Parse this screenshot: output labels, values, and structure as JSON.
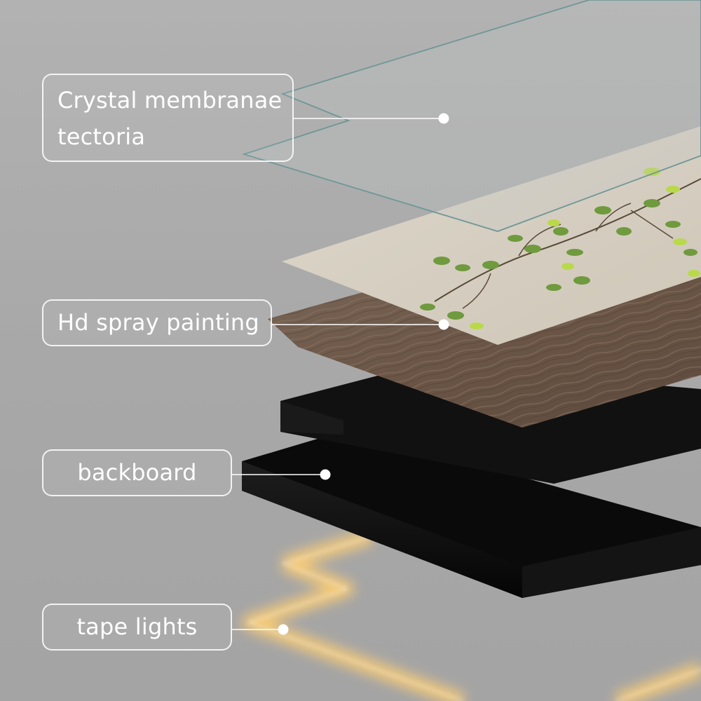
{
  "callouts": {
    "crystal": {
      "line1": "Crystal membranae",
      "line2": "tectoria"
    },
    "painting": {
      "text": "Hd spray painting"
    },
    "backboard": {
      "text": "backboard"
    },
    "tape": {
      "text": "tape lights"
    }
  },
  "colors": {
    "background": "#aaaaaa",
    "label_border": "#ffffff",
    "label_text": "#ffffff",
    "glass_edge": "#7fa3a3",
    "canvas": "#d8d1c4",
    "wood": "#6e5a4a",
    "backboard": "#0e0e0e",
    "led_glow": "#ffd27a"
  }
}
